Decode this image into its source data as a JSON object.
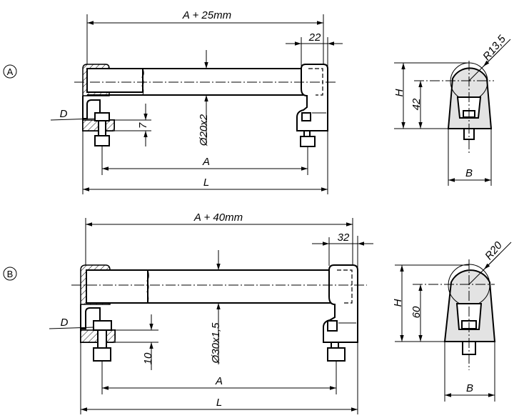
{
  "variants": [
    {
      "id": "A",
      "marker": "A",
      "overall_span": "A + 25mm",
      "end_width": "22",
      "tube": "Ø20x2",
      "foot_thickness": "7",
      "thread": "D",
      "hole_spacing": "A",
      "length": "L",
      "side_view": {
        "radius": "R13,5",
        "height": "H",
        "axis_height": "42",
        "width": "B"
      }
    },
    {
      "id": "B",
      "marker": "B",
      "overall_span": "A + 40mm",
      "end_width": "32",
      "tube": "Ø30x1,5",
      "foot_thickness": "10",
      "thread": "D",
      "hole_spacing": "A",
      "length": "L",
      "side_view": {
        "radius": "R20",
        "height": "H",
        "axis_height": "60",
        "width": "B"
      }
    }
  ]
}
